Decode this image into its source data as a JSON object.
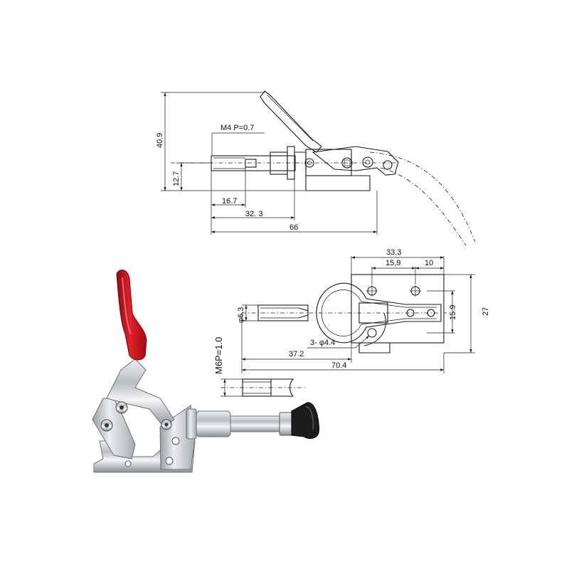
{
  "side_view": {
    "thread_label": "M4 P=0.7",
    "dim_height_total": "40.9",
    "dim_height_axis": "12.7",
    "dim_plunger": "16.7",
    "dim_body": "32. 3",
    "dim_overall": "66"
  },
  "top_view": {
    "dim_width_total": "33.3",
    "dim_hole_spacing": "15,9",
    "dim_edge": "10",
    "dim_rod_dia": "φ6.3",
    "dim_hole_pitch": "15.9",
    "dim_base_height": "27",
    "dim_holes": "3- φ4.4",
    "dim_rod_reach": "37.2",
    "dim_overall": "70.4",
    "thread_label": "M6P=1.0"
  },
  "colors": {
    "line": "#1a1a1a",
    "handle_red": "#d0111b",
    "steel": "#c9ccd0",
    "rubber_tip": "#1c1c1c"
  }
}
